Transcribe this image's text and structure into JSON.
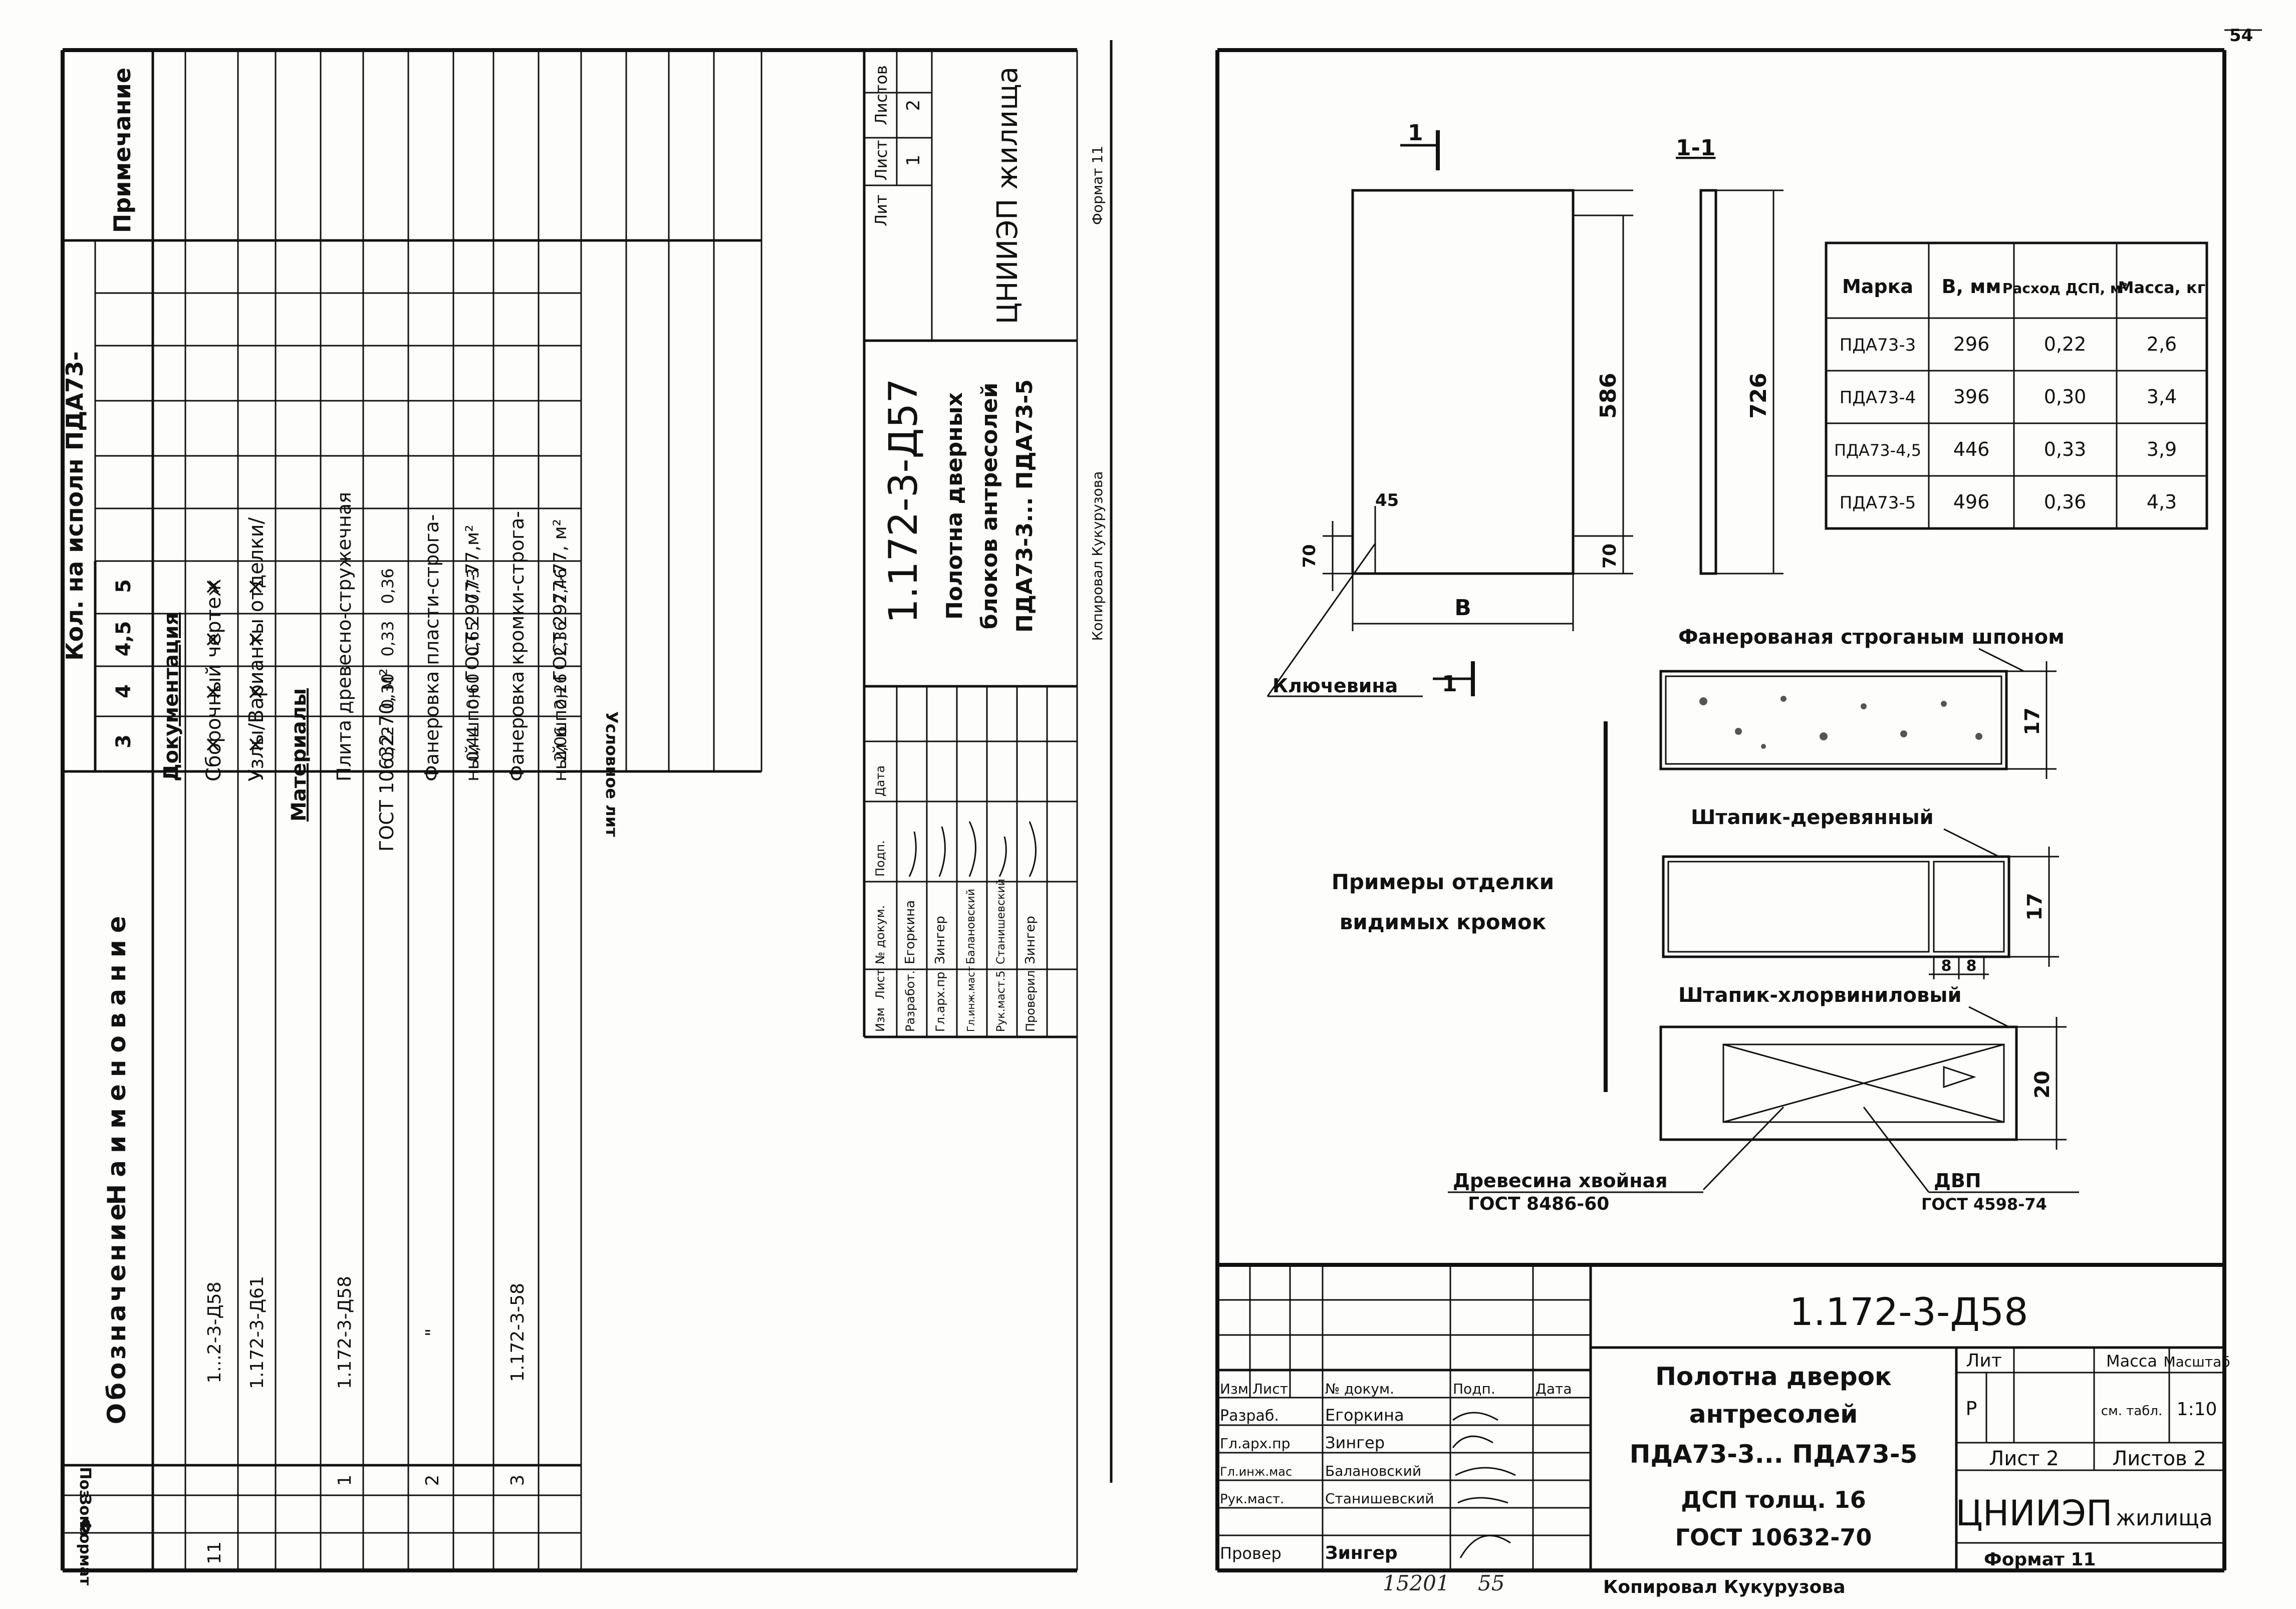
{
  "page_number": "54",
  "left_sheet": {
    "headers": {
      "format": "Формат",
      "zone": "Зона",
      "pos": "Поз",
      "designation": "Обозначение",
      "name": "Наименование",
      "qty": "Кол. на исполн ПДА73-",
      "note": "Примечание"
    },
    "variants": [
      "3",
      "4",
      "4,5",
      "5"
    ],
    "rows": [
      {
        "format": "",
        "pos": "",
        "designation": "",
        "name": "Документация",
        "cells": [
          "",
          "",
          "",
          ""
        ]
      },
      {
        "format": "11",
        "pos": "",
        "designation": "1...2-3-Д58",
        "name": "Сборочный чертеж",
        "cells": [
          "×",
          "×",
          "×",
          "×"
        ]
      },
      {
        "format": "",
        "pos": "",
        "designation": "1.172-3-Д61",
        "name": "Узлы/Варианты отделки/",
        "cells": [
          "×",
          "×",
          "×",
          "×"
        ]
      },
      {
        "format": "",
        "pos": "",
        "designation": "",
        "name": "Материалы",
        "cells": [
          "",
          "",
          "",
          ""
        ]
      },
      {
        "format": "",
        "pos": "1",
        "designation": "1.172-3-Д58",
        "name": "Плита древесно-стружечная",
        "cells": [
          "",
          "",
          "",
          ""
        ]
      },
      {
        "format": "",
        "pos": "",
        "designation": "",
        "name": "ГОСТ 10632-70, м²",
        "cells": [
          "0,22",
          "0,30",
          "0,33",
          "0,36"
        ]
      },
      {
        "format": "",
        "pos": "2",
        "designation": "\"",
        "name": "Фанеровка пласти-строга-",
        "cells": [
          "",
          "",
          "",
          ""
        ]
      },
      {
        "format": "",
        "pos": "",
        "designation": "",
        "name": "ный шпон  ГОСТ 2977-77,м²",
        "cells": [
          "0,44",
          "0,60",
          "0,65",
          "0,73"
        ]
      },
      {
        "format": "",
        "pos": "3",
        "designation": "1.172-3-58",
        "name": "Фанеровка кромки-строга-",
        "cells": [
          "",
          "",
          "",
          ""
        ]
      },
      {
        "format": "",
        "pos": "",
        "designation": "",
        "name": "ный шпон  ГОСТ 2977-77, м²",
        "cells": [
          "2,06",
          "2,26",
          "2,36",
          "2,46"
        ]
      }
    ],
    "legend": "Условное лит",
    "stamp": {
      "code": "1.172-3-Д57",
      "title_lines": [
        "Полотна дверных",
        "блоков антресолей",
        "ПДА73-3... ПДА73-5"
      ],
      "lit_label": "Лит",
      "sheet_label": "Лист",
      "sheets_label": "Листов",
      "sheet_value": "1",
      "sheets_value": "2",
      "org": "ЦНИИЭП жилища",
      "col_headers": [
        "Изм",
        "Лист",
        "№ докум.",
        "Подп.",
        "Дата"
      ],
      "people": [
        {
          "role": "Разработ.",
          "name": "Егоркина"
        },
        {
          "role": "Гл.арх.пр",
          "name": "Зингер"
        },
        {
          "role": "Гл.инж.маст",
          "name": "Балановский"
        },
        {
          "role": "Рук.маст.5",
          "name": "Станишевский"
        },
        {
          "role": "Проверил",
          "name": "Зингер"
        }
      ],
      "copied": "Копировал Кукурузова",
      "format": "Формат 11"
    }
  },
  "right_sheet": {
    "view_marks": {
      "section_left": "1",
      "section_right": "1",
      "section_title": "1-1"
    },
    "dims": {
      "height_inner": "586",
      "height_total": "726",
      "width": "B",
      "d45": "45",
      "d70a": "70",
      "d70b": "70"
    },
    "dowel_label": "Ключевина",
    "dowel_mark": "1",
    "table": {
      "headers": [
        "Марка",
        "B, мм",
        "Расход ДСП, м²",
        "Масса, кг"
      ],
      "rows": [
        [
          "ПДА73-3",
          "296",
          "0,22",
          "2,6"
        ],
        [
          "ПДА73-4",
          "396",
          "0,30",
          "3,4"
        ],
        [
          "ПДА73-4,5",
          "446",
          "0,33",
          "3,9"
        ],
        [
          "ПДА73-5",
          "496",
          "0,36",
          "4,3"
        ]
      ]
    },
    "edge_examples_title": [
      "Примеры отделки",
      "видимых кромок"
    ],
    "detail1": {
      "label": "Фанерованая строганым шпоном",
      "dim": "17"
    },
    "detail2": {
      "label": "Штапик-деревянный",
      "dim": "17",
      "dim_a": "8",
      "dim_b": "8"
    },
    "detail3": {
      "label": "Штапик-хлорвиниловый",
      "dim": "20"
    },
    "wood_label": "Древесина хвойная",
    "wood_gost": "ГОСТ 8486-60",
    "dvp_label": "ДВП",
    "dvp_gost": "ГОСТ 4598-74",
    "stamp": {
      "code": "1.172-3-Д58",
      "title_lines": [
        "Полотна дверок",
        "антресолей",
        "ПДА73-3... ПДА73-5"
      ],
      "material_lines": [
        "ДСП толщ. 16",
        "ГОСТ 10632-70"
      ],
      "lit_label": "Лит",
      "mass_label": "Масса",
      "scale_label": "Масштаб",
      "lit_value": "Р",
      "mass_value": "см. табл.",
      "scale_value": "1:10",
      "sheet": "Лист 2",
      "sheets": "Листов 2",
      "org_main": "ЦНИИЭП",
      "org_sub": "жилища",
      "col_headers": [
        "Изм",
        "Лист",
        "№ докум.",
        "Подп.",
        "Дата"
      ],
      "people": [
        {
          "role": "Разраб.",
          "name": "Егоркина"
        },
        {
          "role": "Гл.арх.пр",
          "name": "Зингер"
        },
        {
          "role": "Гл.инж.мас",
          "name": "Балановский"
        },
        {
          "role": "Рук.маст.",
          "name": "Станишевский"
        },
        {
          "role": "Провер",
          "name": "Зингер"
        }
      ],
      "bottom_left": "15201",
      "bottom_num": "55",
      "copied": "Копировал Кукурузова",
      "format": "Формат 11"
    }
  }
}
